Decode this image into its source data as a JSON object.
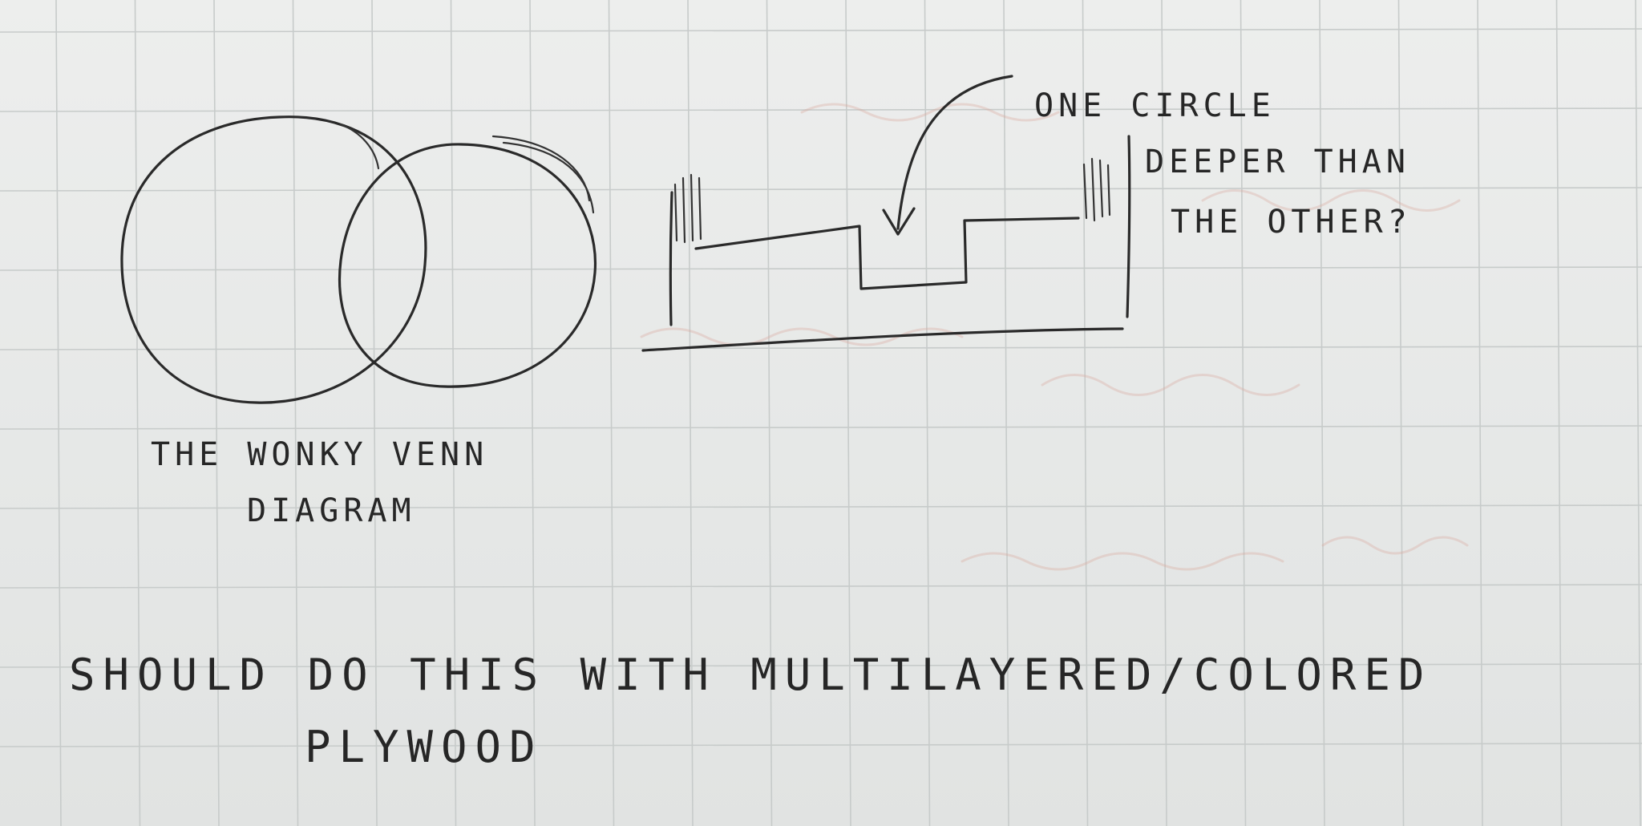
{
  "venn": {
    "caption_line1": "THE WONKY VENN",
    "caption_line2": "DIAGRAM"
  },
  "profile": {
    "callout_line1": "ONE CIRCLE",
    "callout_line2": "DEEPER THAN",
    "callout_line3": "THE OTHER?"
  },
  "footer": {
    "line1": "SHOULD DO THIS WITH MULTILAYERED/COLORED",
    "line2": "PLYWOOD"
  },
  "colors": {
    "paper": "#e9ebea",
    "grid": "#c7cbca",
    "ink": "#2a2a2a",
    "bleed_through": "#d9a89e"
  }
}
